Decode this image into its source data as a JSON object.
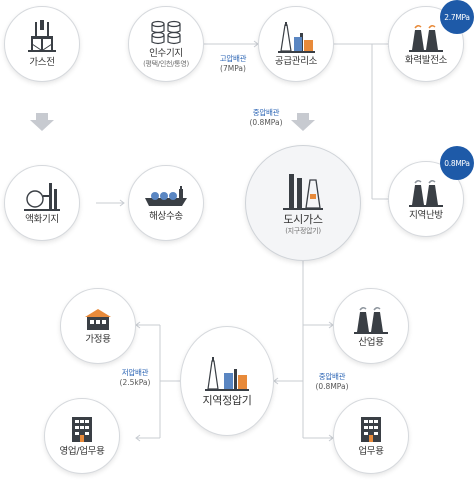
{
  "nodes": {
    "gas_field": {
      "label": "가스전"
    },
    "import_base": {
      "label": "인수기지",
      "sub": "(평택/인천/통영)"
    },
    "supply_office": {
      "label": "공급관리소"
    },
    "thermal_plant": {
      "label": "화력발전소",
      "badge": "2.7MPa"
    },
    "liquefaction_base": {
      "label": "액화기지"
    },
    "marine_transport": {
      "label": "해상수송"
    },
    "city_gas": {
      "label": "도시가스",
      "sub": "(지구정압기)"
    },
    "district_heating": {
      "label": "지역난방",
      "badge": "0.8MPa"
    },
    "household": {
      "label": "가정용"
    },
    "industrial": {
      "label": "산업용"
    },
    "district_regulator": {
      "label": "지역정압기"
    },
    "commercial": {
      "label": "영업/업무용"
    },
    "business": {
      "label": "업무용"
    }
  },
  "edges": {
    "high_pressure": {
      "title": "고압배관",
      "pressure": "(7MPa)"
    },
    "medium_pressure_top": {
      "title": "중압배관",
      "pressure": "(0.8MPa)"
    },
    "low_pressure": {
      "title": "저압배관",
      "pressure": "(2.5kPa)"
    },
    "medium_pressure_bottom": {
      "title": "중압배관",
      "pressure": "(0.8MPa)"
    }
  },
  "colors": {
    "accent": "#1e5aa8",
    "edge_label": "#2d66b5",
    "line": "#c8ccd2",
    "arrow_fill": "#c7cad0",
    "icon_dark": "#3a3f45",
    "icon_blue": "#5a86c2",
    "icon_orange": "#e88a3a"
  }
}
